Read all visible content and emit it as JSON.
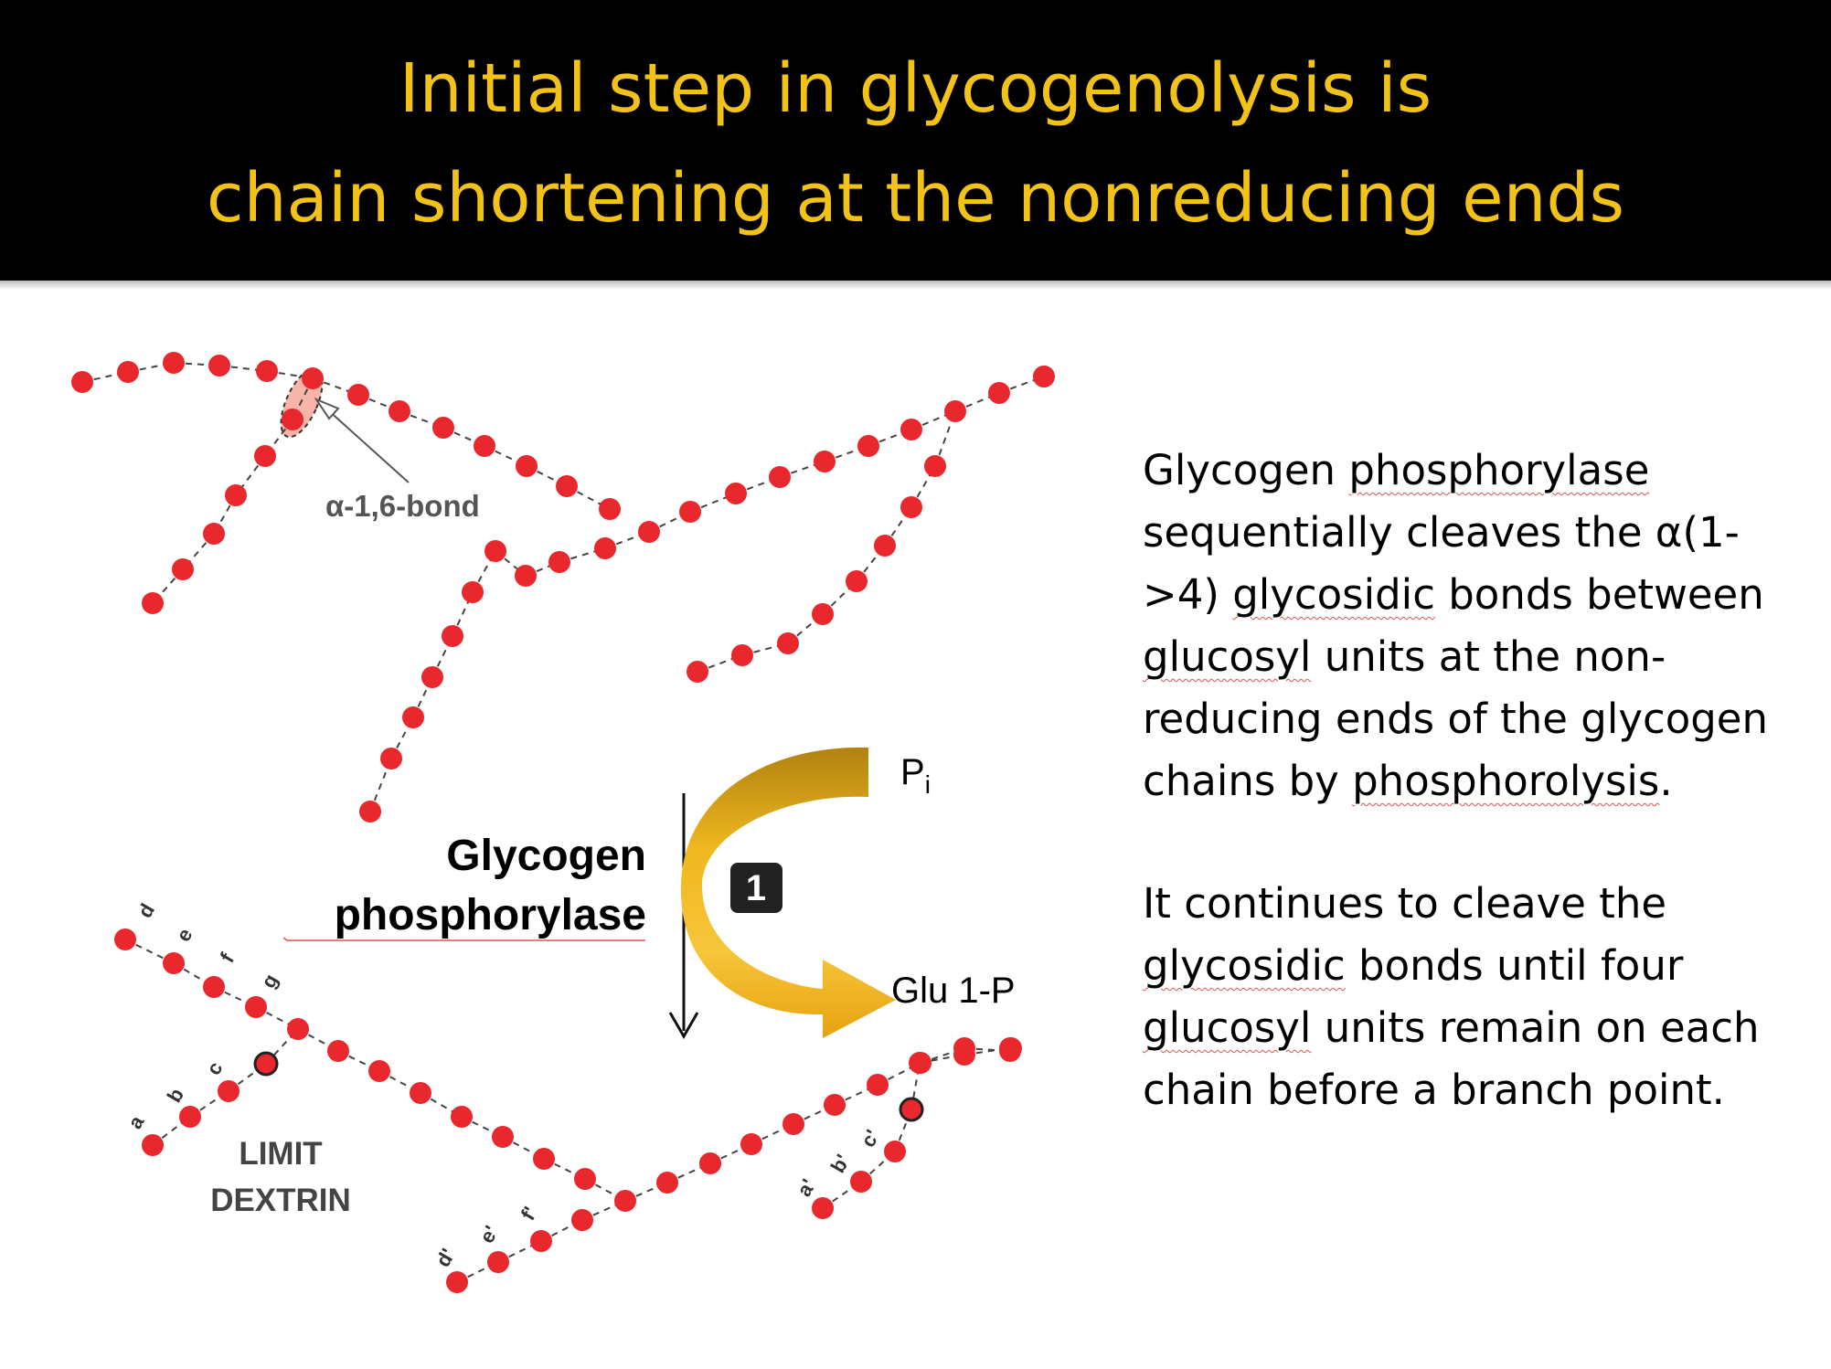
{
  "title": {
    "line1": "Initial step in glycogenolysis is",
    "line2": "chain shortening at the nonreducing ends"
  },
  "colors": {
    "title_bg": "#000000",
    "title_text": "#f2c219",
    "glucose_unit": "#e8282d",
    "arrow_gold": "#e0a010",
    "branch_highlight": "#f6b5a8"
  },
  "diagram": {
    "bond_label": "α-1,6-bond",
    "enzyme_label_line1": "Glycogen",
    "enzyme_label_line2": "phosphorylase",
    "step_badge": "1",
    "input_label": "P",
    "input_label_subscript": "i",
    "output_label": "Glu 1-P",
    "product_label_line1": "LIMIT",
    "product_label_line2": "DEXTRIN",
    "residue_letters": {
      "chain1": [
        "d",
        "e",
        "f",
        "g"
      ],
      "chain2": [
        "a",
        "b",
        "c"
      ],
      "chain3": [
        "d'",
        "e'",
        "f'"
      ],
      "chain4": [
        "a'",
        "b'",
        "c'"
      ]
    }
  },
  "paragraphs": {
    "p1": {
      "l1a": "Glycogen ",
      "l1b": "phosphorylase",
      "l2": "sequentially cleaves the α(1-",
      "l3a": ">4) ",
      "l3b": "glycosidic",
      "l3c": " bonds between",
      "l4a": "glucosyl",
      "l4b": " units at the non-",
      "l5": "reducing ends of the glycogen",
      "l6a": "chains by ",
      "l6b": "phosphorolysis",
      "l6c": "."
    },
    "p2": {
      "l1": "It continues to cleave the",
      "l2a": "glycosidic",
      "l2b": " bonds until four",
      "l3a": "glucosyl",
      "l3b": " units remain on each",
      "l4": "chain before a branch point."
    }
  }
}
